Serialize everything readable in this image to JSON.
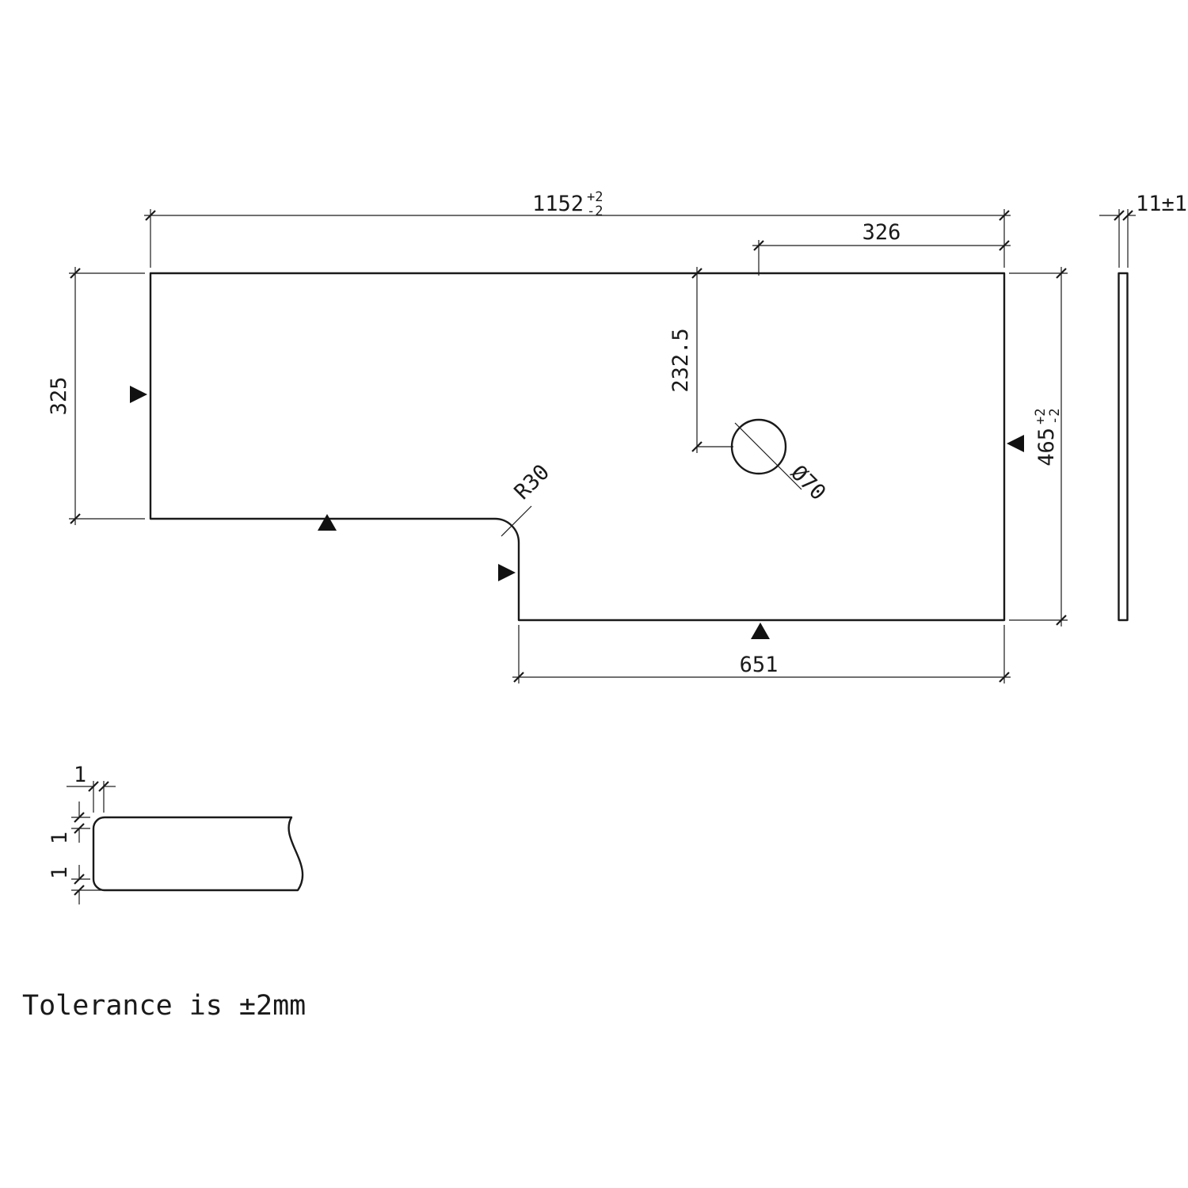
{
  "drawing": {
    "note": "Tolerance is ±2mm",
    "plan_view": {
      "overall_width": "1152",
      "overall_width_tol_upper": "+2",
      "overall_width_tol_lower": "-2",
      "hole_offset_from_right": "326",
      "hole_offset_from_top": "232.5",
      "hole_diameter": "Ø70",
      "inner_corner_radius": "R30",
      "left_section_height": "325",
      "right_section_height": "465",
      "right_section_height_tol_upper": "+2",
      "right_section_height_tol_lower": "-2",
      "bottom_right_width": "651"
    },
    "side_view": {
      "thickness": "11±1"
    },
    "edge_detail": {
      "top_edge": "1",
      "upper_edge": "1",
      "lower_edge": "1"
    }
  }
}
